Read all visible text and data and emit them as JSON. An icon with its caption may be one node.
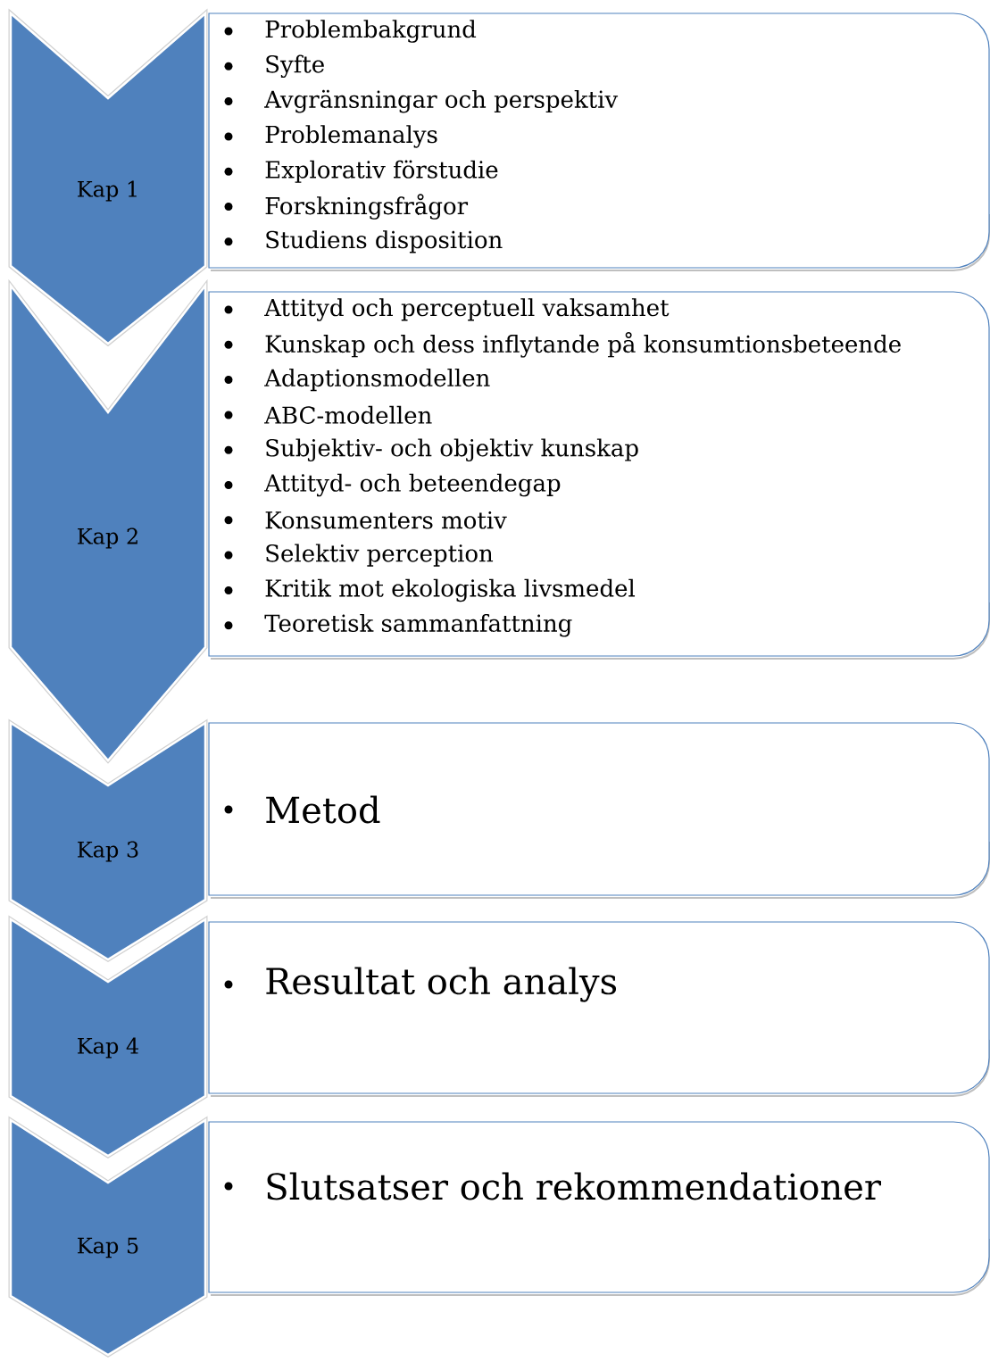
{
  "diagram": {
    "nodes": [
      {
        "text": [
          "Kap 1"
        ]
      },
      {
        "text": [
          "Problembakgrund",
          "Syfte",
          "Avgränsningar och perspektiv",
          "Problemanalys",
          "Explorativ förstudie",
          "Forskningsfrågor",
          "Studiens disposition"
        ]
      },
      {
        "text": [
          "Kap 2"
        ]
      },
      {
        "text": [
          "Attityd och perceptuell vaksamhet",
          "Kunskap och dess inflytande på konsumtionsbeteende",
          "Adaptionsmodellen",
          "ABC-modellen",
          "Subjektiv- och objektiv kunskap",
          "Attityd- och beteendegap",
          "Konsumenters motiv",
          "Selektiv perception",
          "Kritik mot ekologiska livsmedel",
          "Teoretisk sammanfattning"
        ]
      },
      {
        "text": [
          "Kap 3"
        ]
      },
      {
        "text": [
          "Metod"
        ]
      },
      {
        "text": [
          "Kap 4"
        ]
      },
      {
        "text": [
          "Resultat och analys"
        ]
      },
      {
        "text": [
          "Kap 5"
        ]
      },
      {
        "text": [
          "Slutsatser och rekommendationer"
        ]
      }
    ]
  }
}
